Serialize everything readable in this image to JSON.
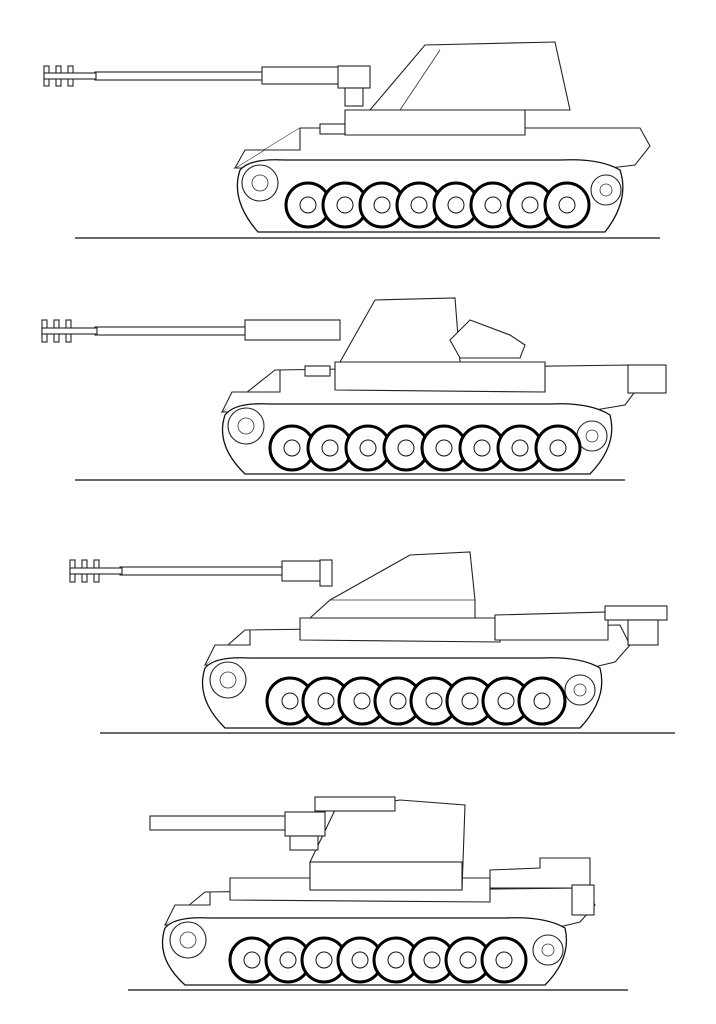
{
  "sheet": {
    "background": "#ffffff",
    "line_color": "#222222"
  },
  "vehicles": [
    {
      "id": "variant-1",
      "muzzle_baffles": 3,
      "road_wheels": 8
    },
    {
      "id": "variant-2",
      "muzzle_baffles": 3,
      "road_wheels": 8
    },
    {
      "id": "variant-3",
      "muzzle_baffles": 3,
      "road_wheels": 8
    },
    {
      "id": "variant-4",
      "muzzle_baffles": 0,
      "road_wheels": 8
    }
  ]
}
